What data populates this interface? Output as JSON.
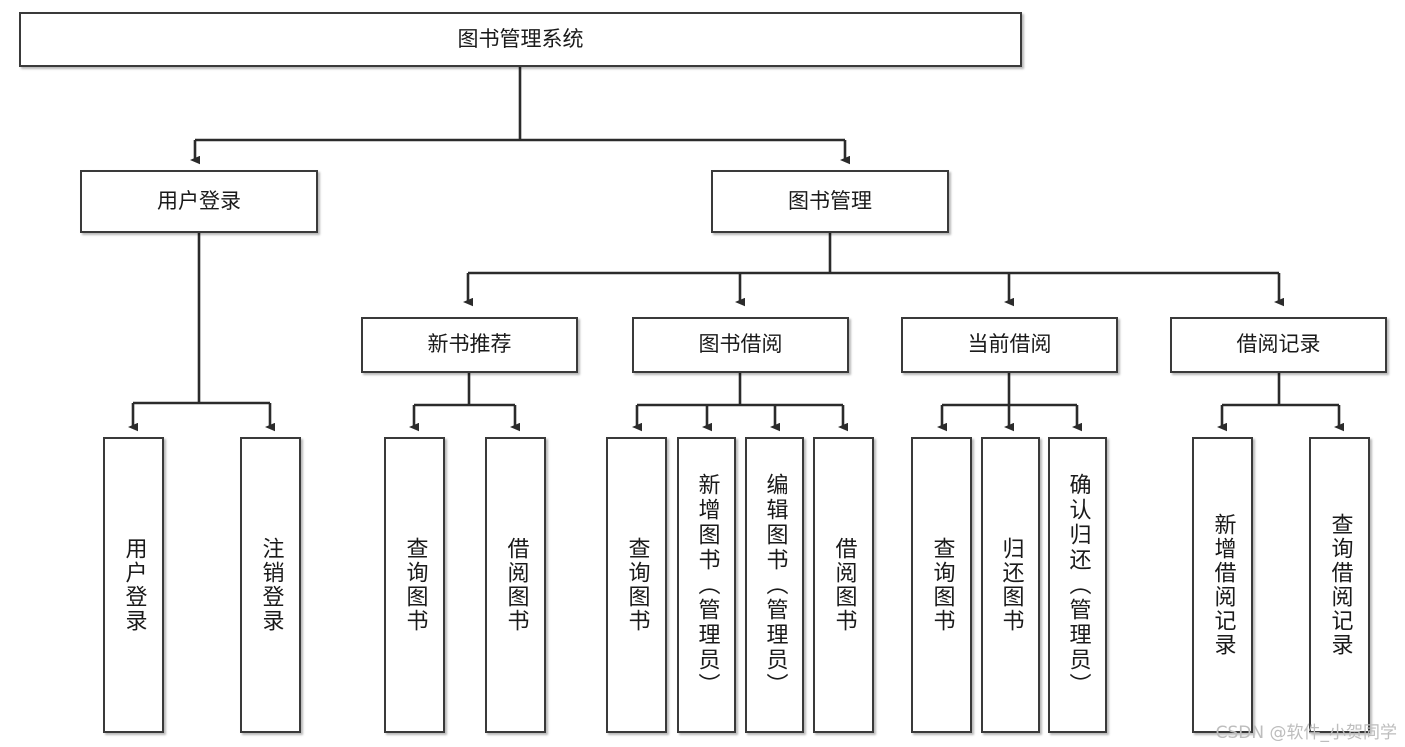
{
  "diagram": {
    "type": "hierarchy-tree",
    "title": "图书管理系统",
    "watermark": "CSDN @软件_小贺同学",
    "colors": {
      "box_border": "#3a3a3a",
      "box_fill": "#ffffff",
      "connector": "#2b2b2b",
      "text": "#1a1a1a",
      "watermark": "#bdbdbd"
    },
    "root": {
      "label": "图书管理系统"
    },
    "level2": [
      {
        "label": "用户登录"
      },
      {
        "label": "图书管理"
      }
    ],
    "level3": [
      {
        "label": "新书推荐"
      },
      {
        "label": "图书借阅"
      },
      {
        "label": "当前借阅"
      },
      {
        "label": "借阅记录"
      }
    ],
    "leaves": {
      "user_login": [
        {
          "label": "用户登录"
        },
        {
          "label": "注销登录"
        }
      ],
      "new_book_recommend": [
        {
          "label": "查询图书"
        },
        {
          "label": "借阅图书"
        }
      ],
      "book_borrow": [
        {
          "label": "查询图书"
        },
        {
          "label": "新增图书（管理员）"
        },
        {
          "label": "编辑图书（管理员）"
        },
        {
          "label": "借阅图书"
        }
      ],
      "current_borrow": [
        {
          "label": "查询图书"
        },
        {
          "label": "归还图书"
        },
        {
          "label": "确认归还（管理员）"
        }
      ],
      "borrow_record": [
        {
          "label": "新增借阅记录"
        },
        {
          "label": "查询借阅记录"
        }
      ]
    }
  }
}
